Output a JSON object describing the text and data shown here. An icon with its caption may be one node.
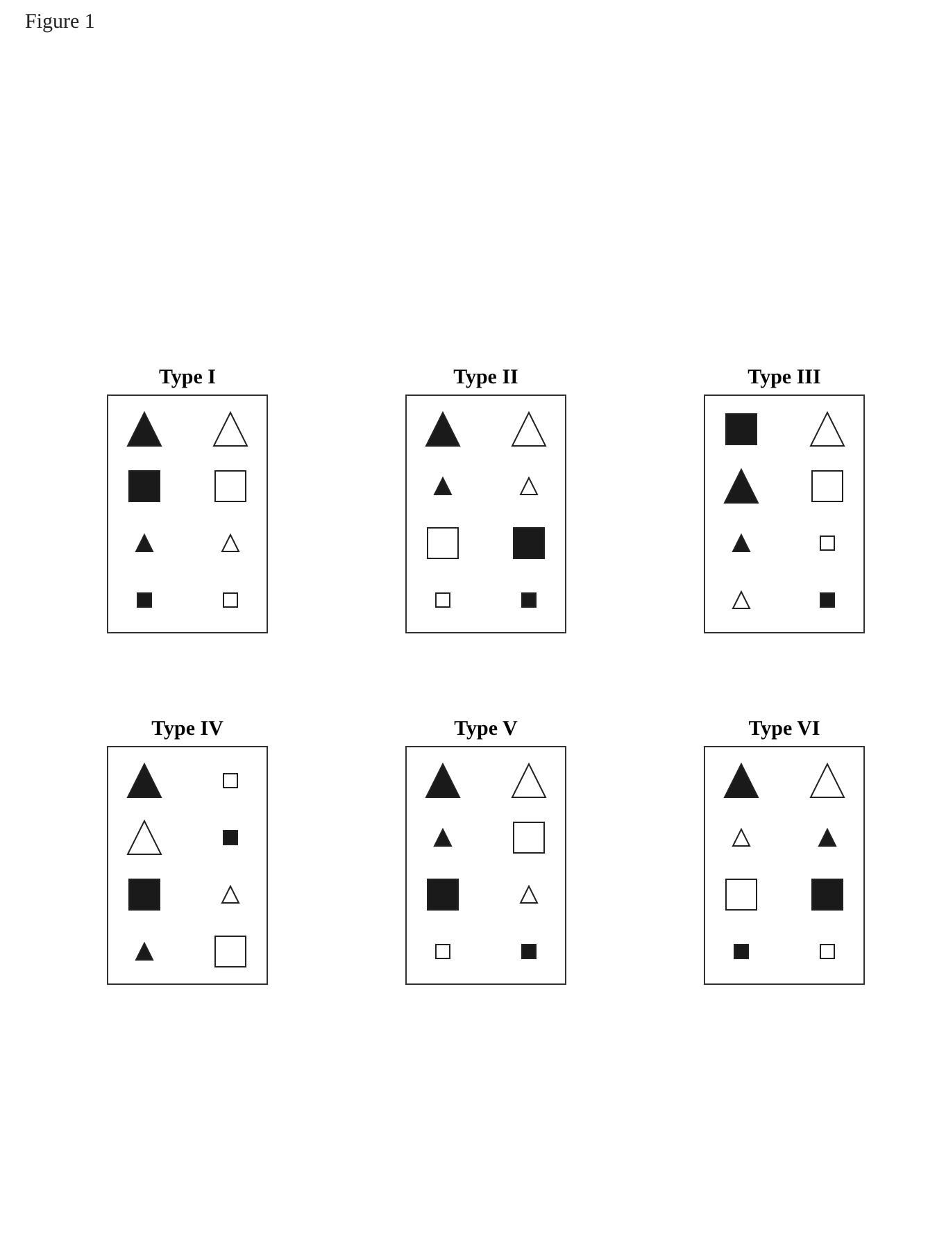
{
  "diagram": {
    "title": "Figure 1",
    "nodes": [
      {
        "text": [
          "Type I"
        ]
      },
      {
        "text": [
          "Type II"
        ]
      },
      {
        "text": [
          "Type III"
        ]
      },
      {
        "text": [
          "Type IV"
        ]
      },
      {
        "text": [
          "Type V"
        ]
      },
      {
        "text": [
          "Type VI"
        ]
      }
    ]
  }
}
